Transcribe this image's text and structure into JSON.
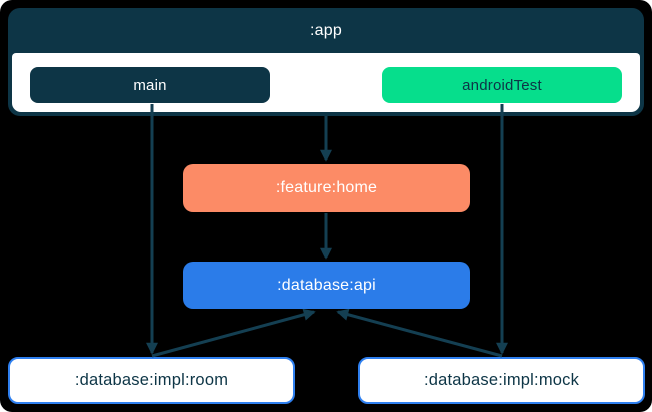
{
  "diagram": {
    "colors": {
      "background": "#000000",
      "navy": "#0d3546",
      "green": "#06de8c",
      "salmon": "#fc8b66",
      "blue": "#2b7ce9",
      "border_blue": "#2f80f0",
      "arrow": "#143f52",
      "white": "#ffffff"
    },
    "app_group": {
      "label": ":app",
      "source_sets": [
        {
          "label": "main"
        },
        {
          "label": "androidTest"
        }
      ]
    },
    "nodes": [
      {
        "label": ":feature:home"
      },
      {
        "label": ":database:api"
      },
      {
        "label": ":database:impl:room"
      },
      {
        "label": ":database:impl:mock"
      }
    ],
    "edges": [
      {
        "from": ":app",
        "to": ":feature:home"
      },
      {
        "from": "main",
        "to": ":database:impl:room"
      },
      {
        "from": "androidTest",
        "to": ":database:impl:mock"
      },
      {
        "from": ":feature:home",
        "to": ":database:api"
      },
      {
        "from": ":database:impl:room",
        "to": ":database:api"
      },
      {
        "from": ":database:impl:mock",
        "to": ":database:api"
      }
    ]
  }
}
